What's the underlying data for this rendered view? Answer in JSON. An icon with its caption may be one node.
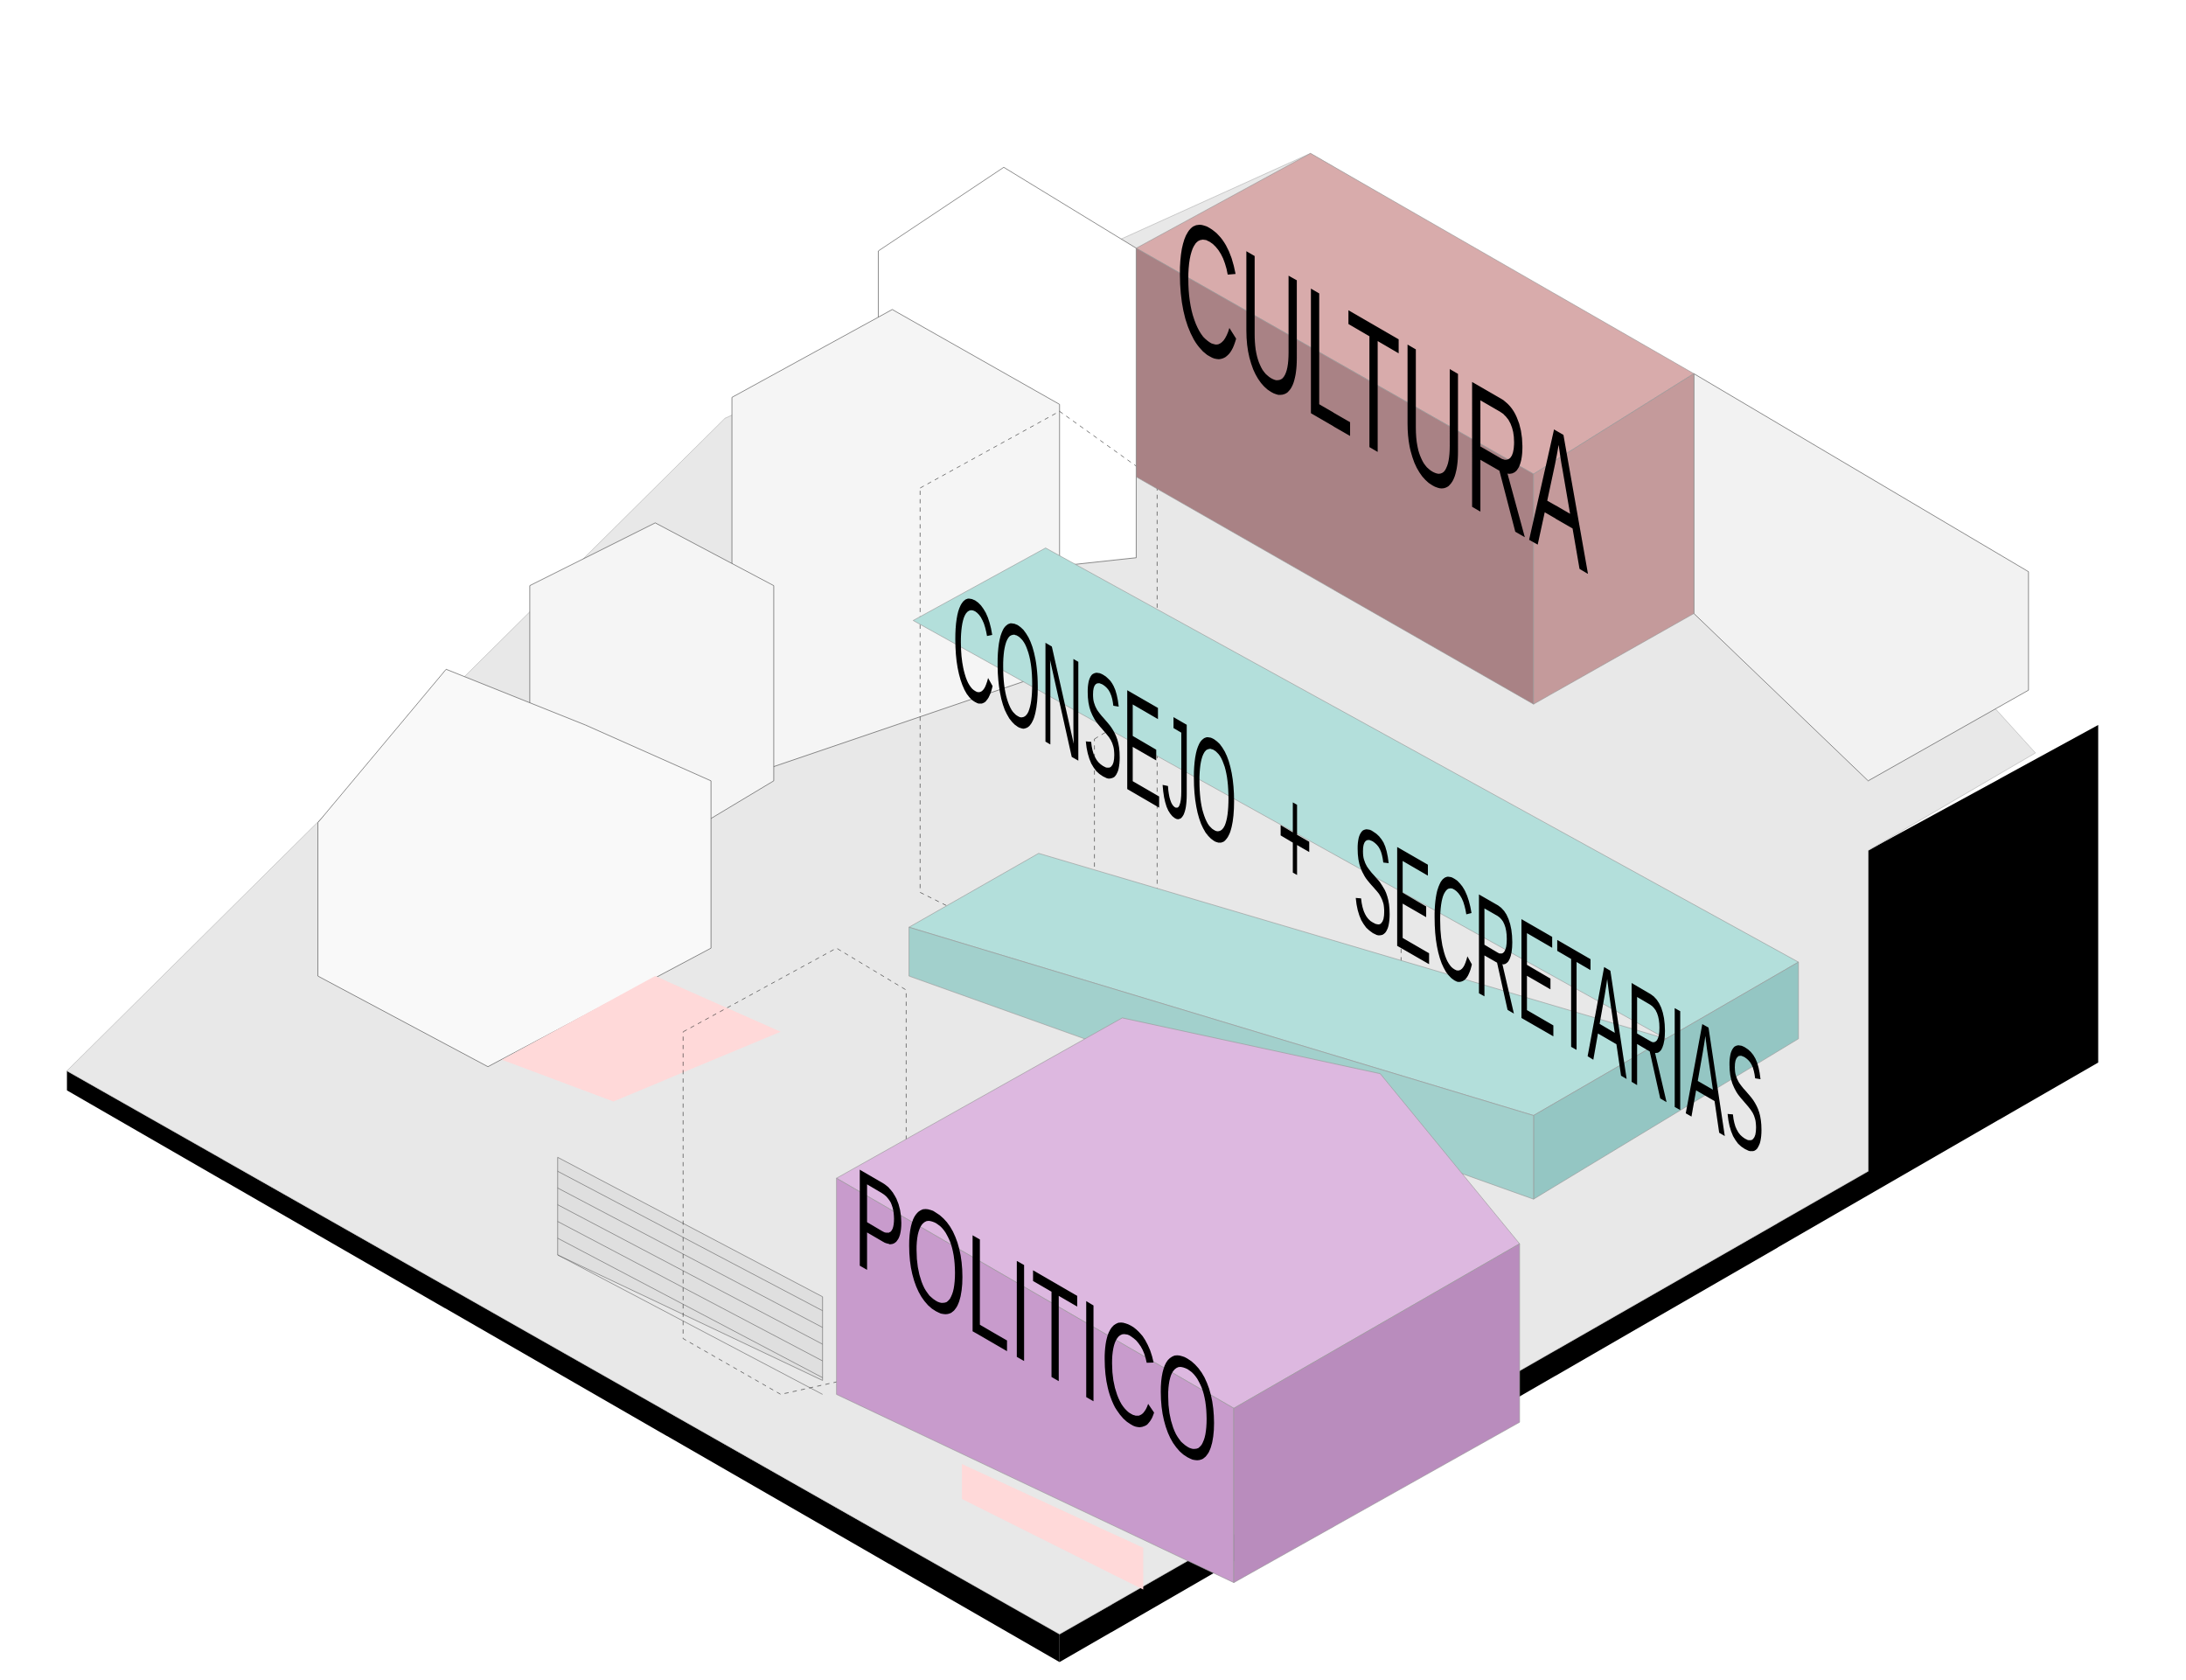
{
  "diagram": {
    "nodes": [
      {
        "text": [
          "CULTURA"
        ]
      },
      {
        "text": [
          "CONSEJO + SECRETARIAS"
        ]
      },
      {
        "text": [
          "POLITICO"
        ]
      }
    ]
  }
}
